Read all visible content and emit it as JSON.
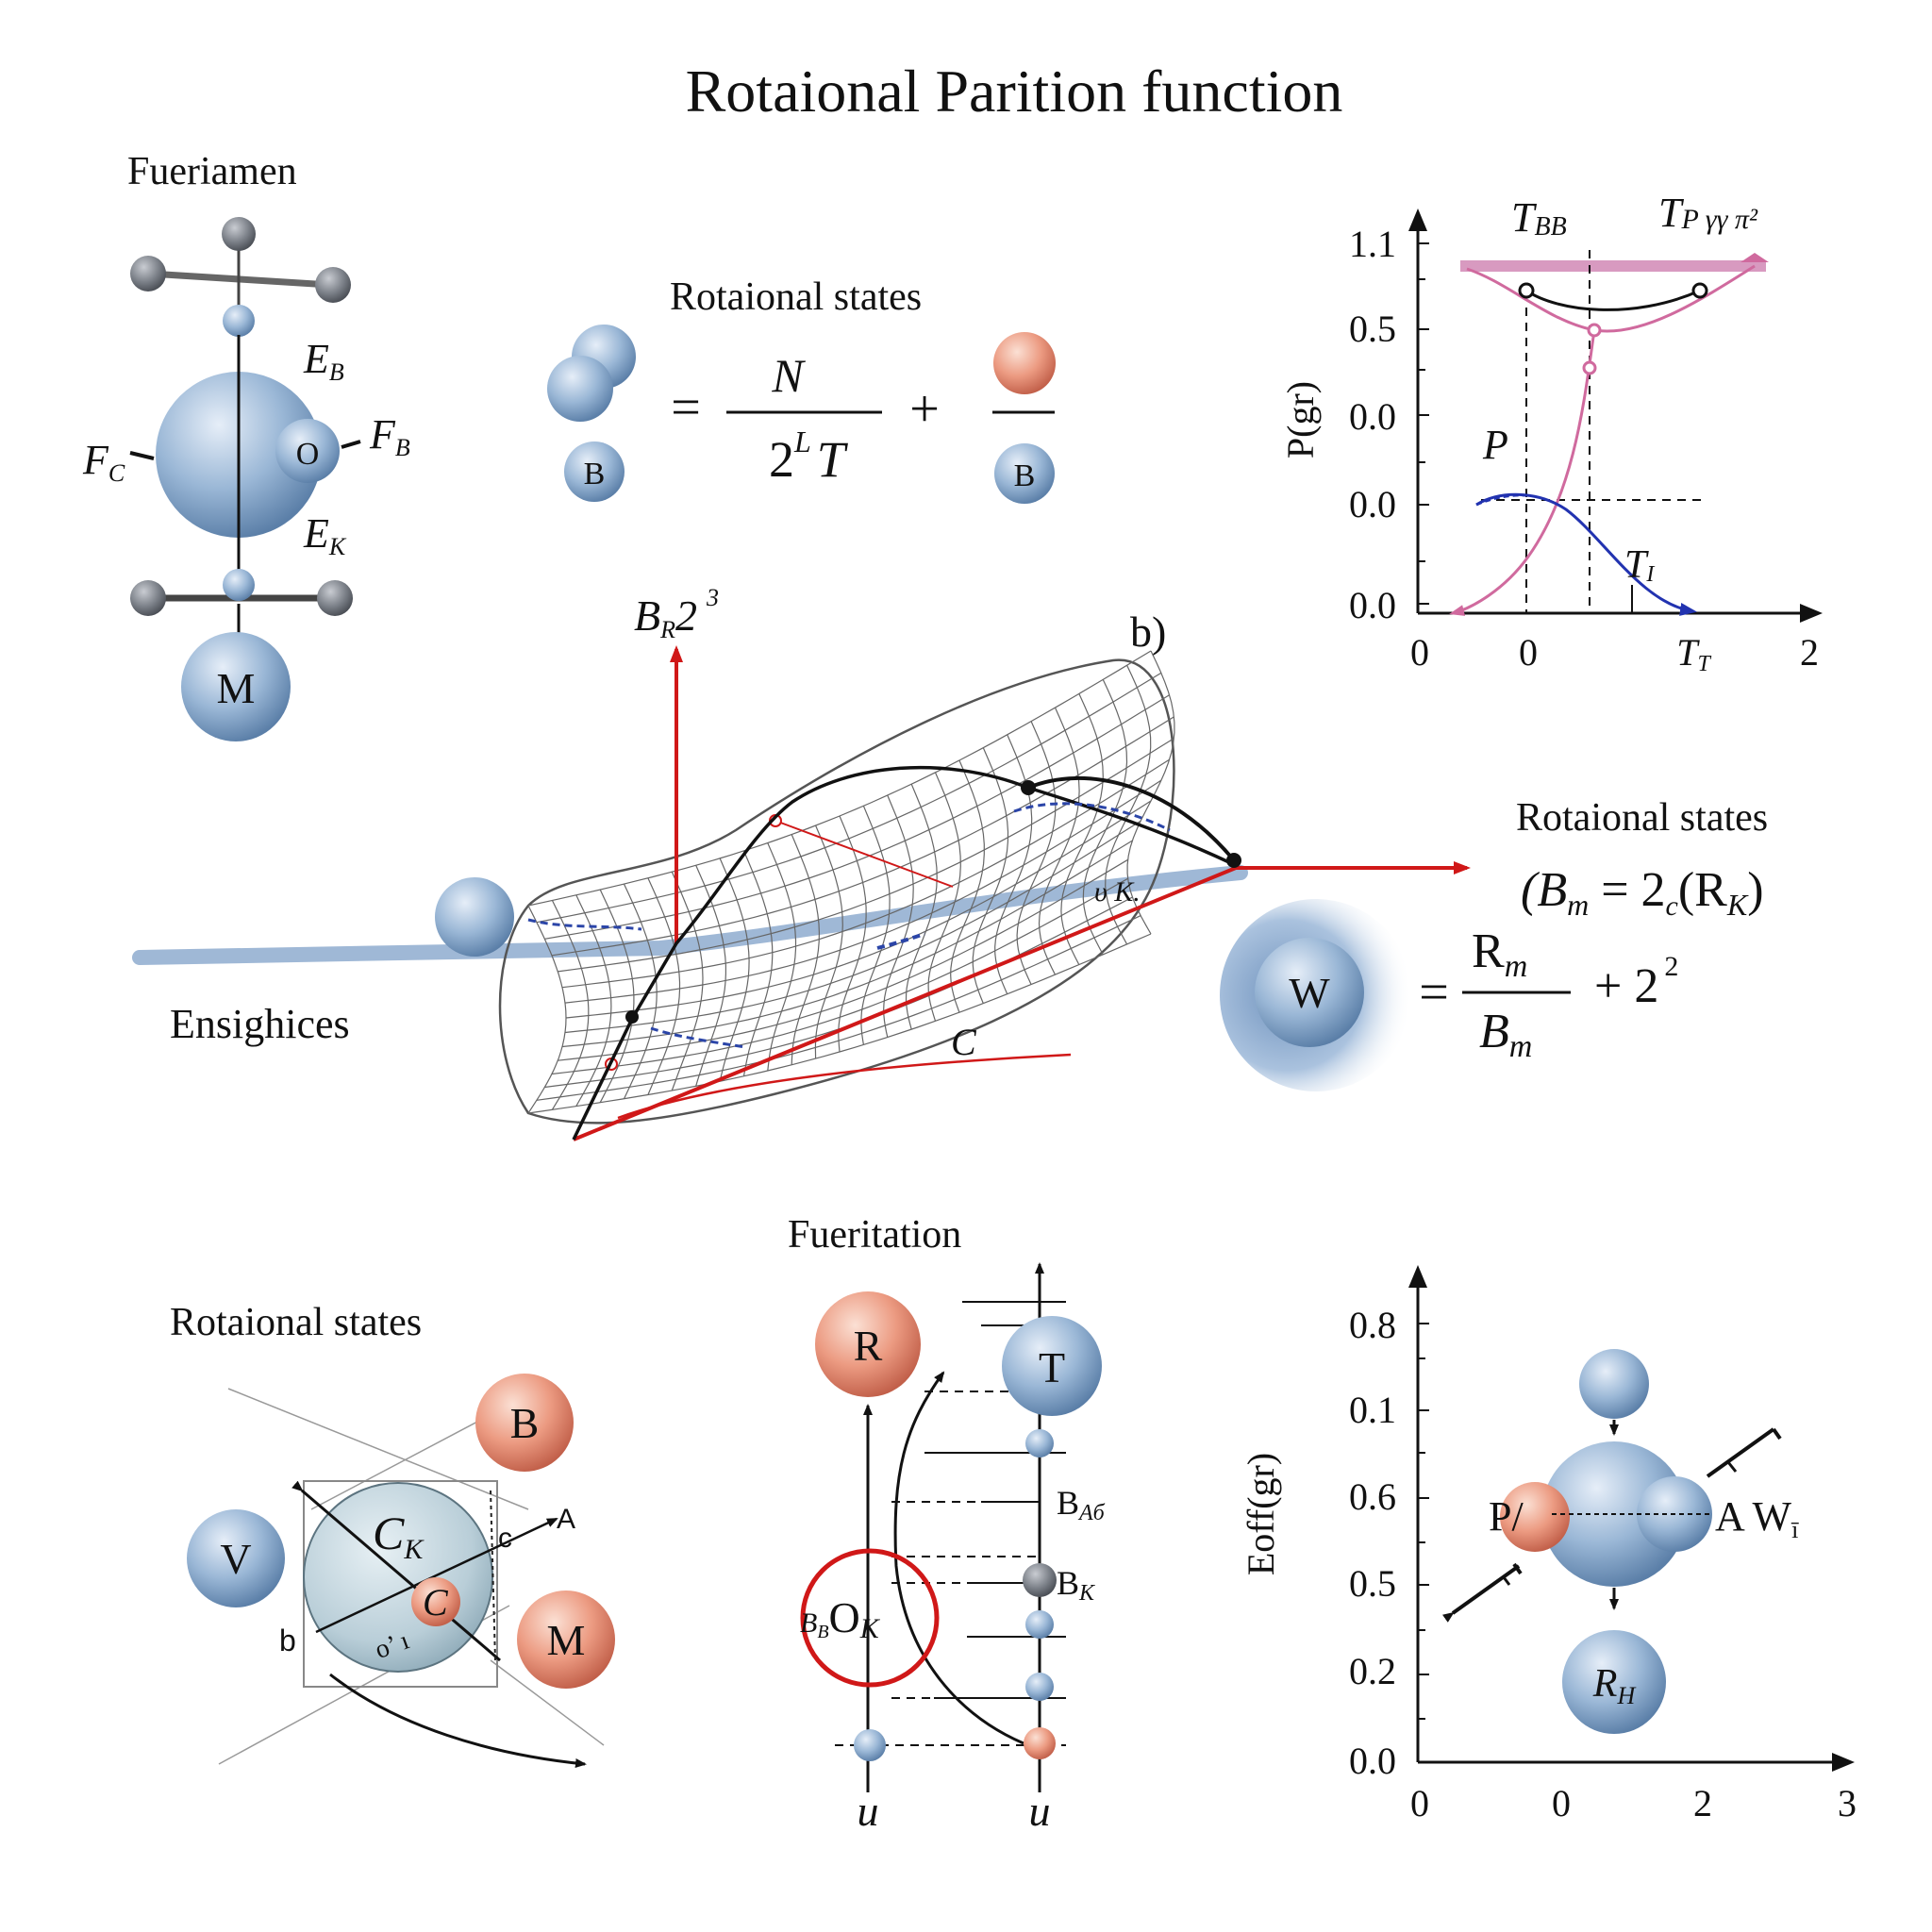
{
  "title": "Rotaional Parition function",
  "panel_a": {
    "heading": "Fueriamen",
    "label_top": "E",
    "label_top_sub": "B",
    "label_left": "F",
    "label_left_sub": "C",
    "label_right": "F",
    "label_right_sub": "B",
    "label_bottom": "E",
    "label_bottom_sub": "K",
    "inner_circle": "O",
    "base_circle": "M"
  },
  "equation_top": {
    "heading": "Rotaional states",
    "left_circle": "B",
    "equals": "=",
    "numerator": "N",
    "denominator_base": "2",
    "denominator_sup": "L",
    "denominator_tail": "T",
    "plus": "+",
    "right_circle": "B"
  },
  "plot_top": {
    "ylabel": "P(gr)",
    "yticks": [
      "1.1",
      "0.5",
      "0.0",
      "0.0",
      "0.0"
    ],
    "xticks": [
      "0",
      "0",
      "T",
      "2"
    ],
    "xtick_sub": "T",
    "label_tbb": "T",
    "label_tbb_sub": "BB",
    "label_tp": "T",
    "label_tp_rest": "P γγ π²",
    "label_p": "P",
    "label_t1": "T",
    "label_t1_sub": "I",
    "colors": {
      "pink": "#d06a9e",
      "blue": "#2233b0",
      "band": "#d89ac0"
    }
  },
  "center": {
    "axis_label": "B",
    "axis_label_sub": "R",
    "axis_label_tail": "2",
    "axis_label_sup": "3",
    "panel_tag": "b)",
    "left_label": "Ensighices",
    "surface_label": "C",
    "rod_label": "υ K.",
    "colors": {
      "red": "#d01818",
      "rod": "#9fb8d6",
      "mesh": "#555555"
    }
  },
  "equation_right": {
    "heading": "Rotaional states",
    "line2_open": "(B",
    "line2_sub": "m",
    "line2_mid": " = 2",
    "line2_sub2": "c",
    "line2_close": "(R",
    "line2_sub3": "K",
    "line2_end": ")",
    "circle": "W",
    "equals": "=",
    "numerator": "R",
    "numerator_sub": "m",
    "denominator": "B",
    "denominator_sub": "m",
    "plus": "+ 2",
    "plus_sup": "2"
  },
  "panel_c": {
    "heading": "Rotaional states",
    "circle_v": "V",
    "circle_b": "B",
    "circle_m": "M",
    "inner_label": "C",
    "inner_label_sub": "K",
    "inner_small": "C",
    "label_a": "A",
    "label_b": "b",
    "label_c": "c",
    "label_scribble": "o’ ı"
  },
  "panel_d": {
    "heading": "Fueritation",
    "circle_r": "R",
    "circle_t": "T",
    "ring_label": "B",
    "ring_label_sub": "B",
    "ring_label_main": "O",
    "ring_label_main_sub": "K",
    "level_bab": "B",
    "level_bab_sub": "Aб",
    "level_bk": "B",
    "level_bk_sub": "K",
    "axis_left": "u",
    "axis_right": "u"
  },
  "plot_bottom": {
    "ylabel": "Eoff(gr)",
    "yticks": [
      "0.8",
      "0.1",
      "0.6",
      "0.5",
      "0.2",
      "0.0"
    ],
    "xticks": [
      "0",
      "0",
      "2",
      "3"
    ],
    "label_p": "P/",
    "label_aw": "A W",
    "label_aw_sub": "ī",
    "circle_rh": "R",
    "circle_rh_sub": "H"
  },
  "style": {
    "blue_ball": "#8fb0d2",
    "blue_ball_dark": "#5d84b0",
    "orange_ball": "#e9967e",
    "orange_ball_dark": "#c9624b",
    "gray_ball": "#6a6f78"
  }
}
